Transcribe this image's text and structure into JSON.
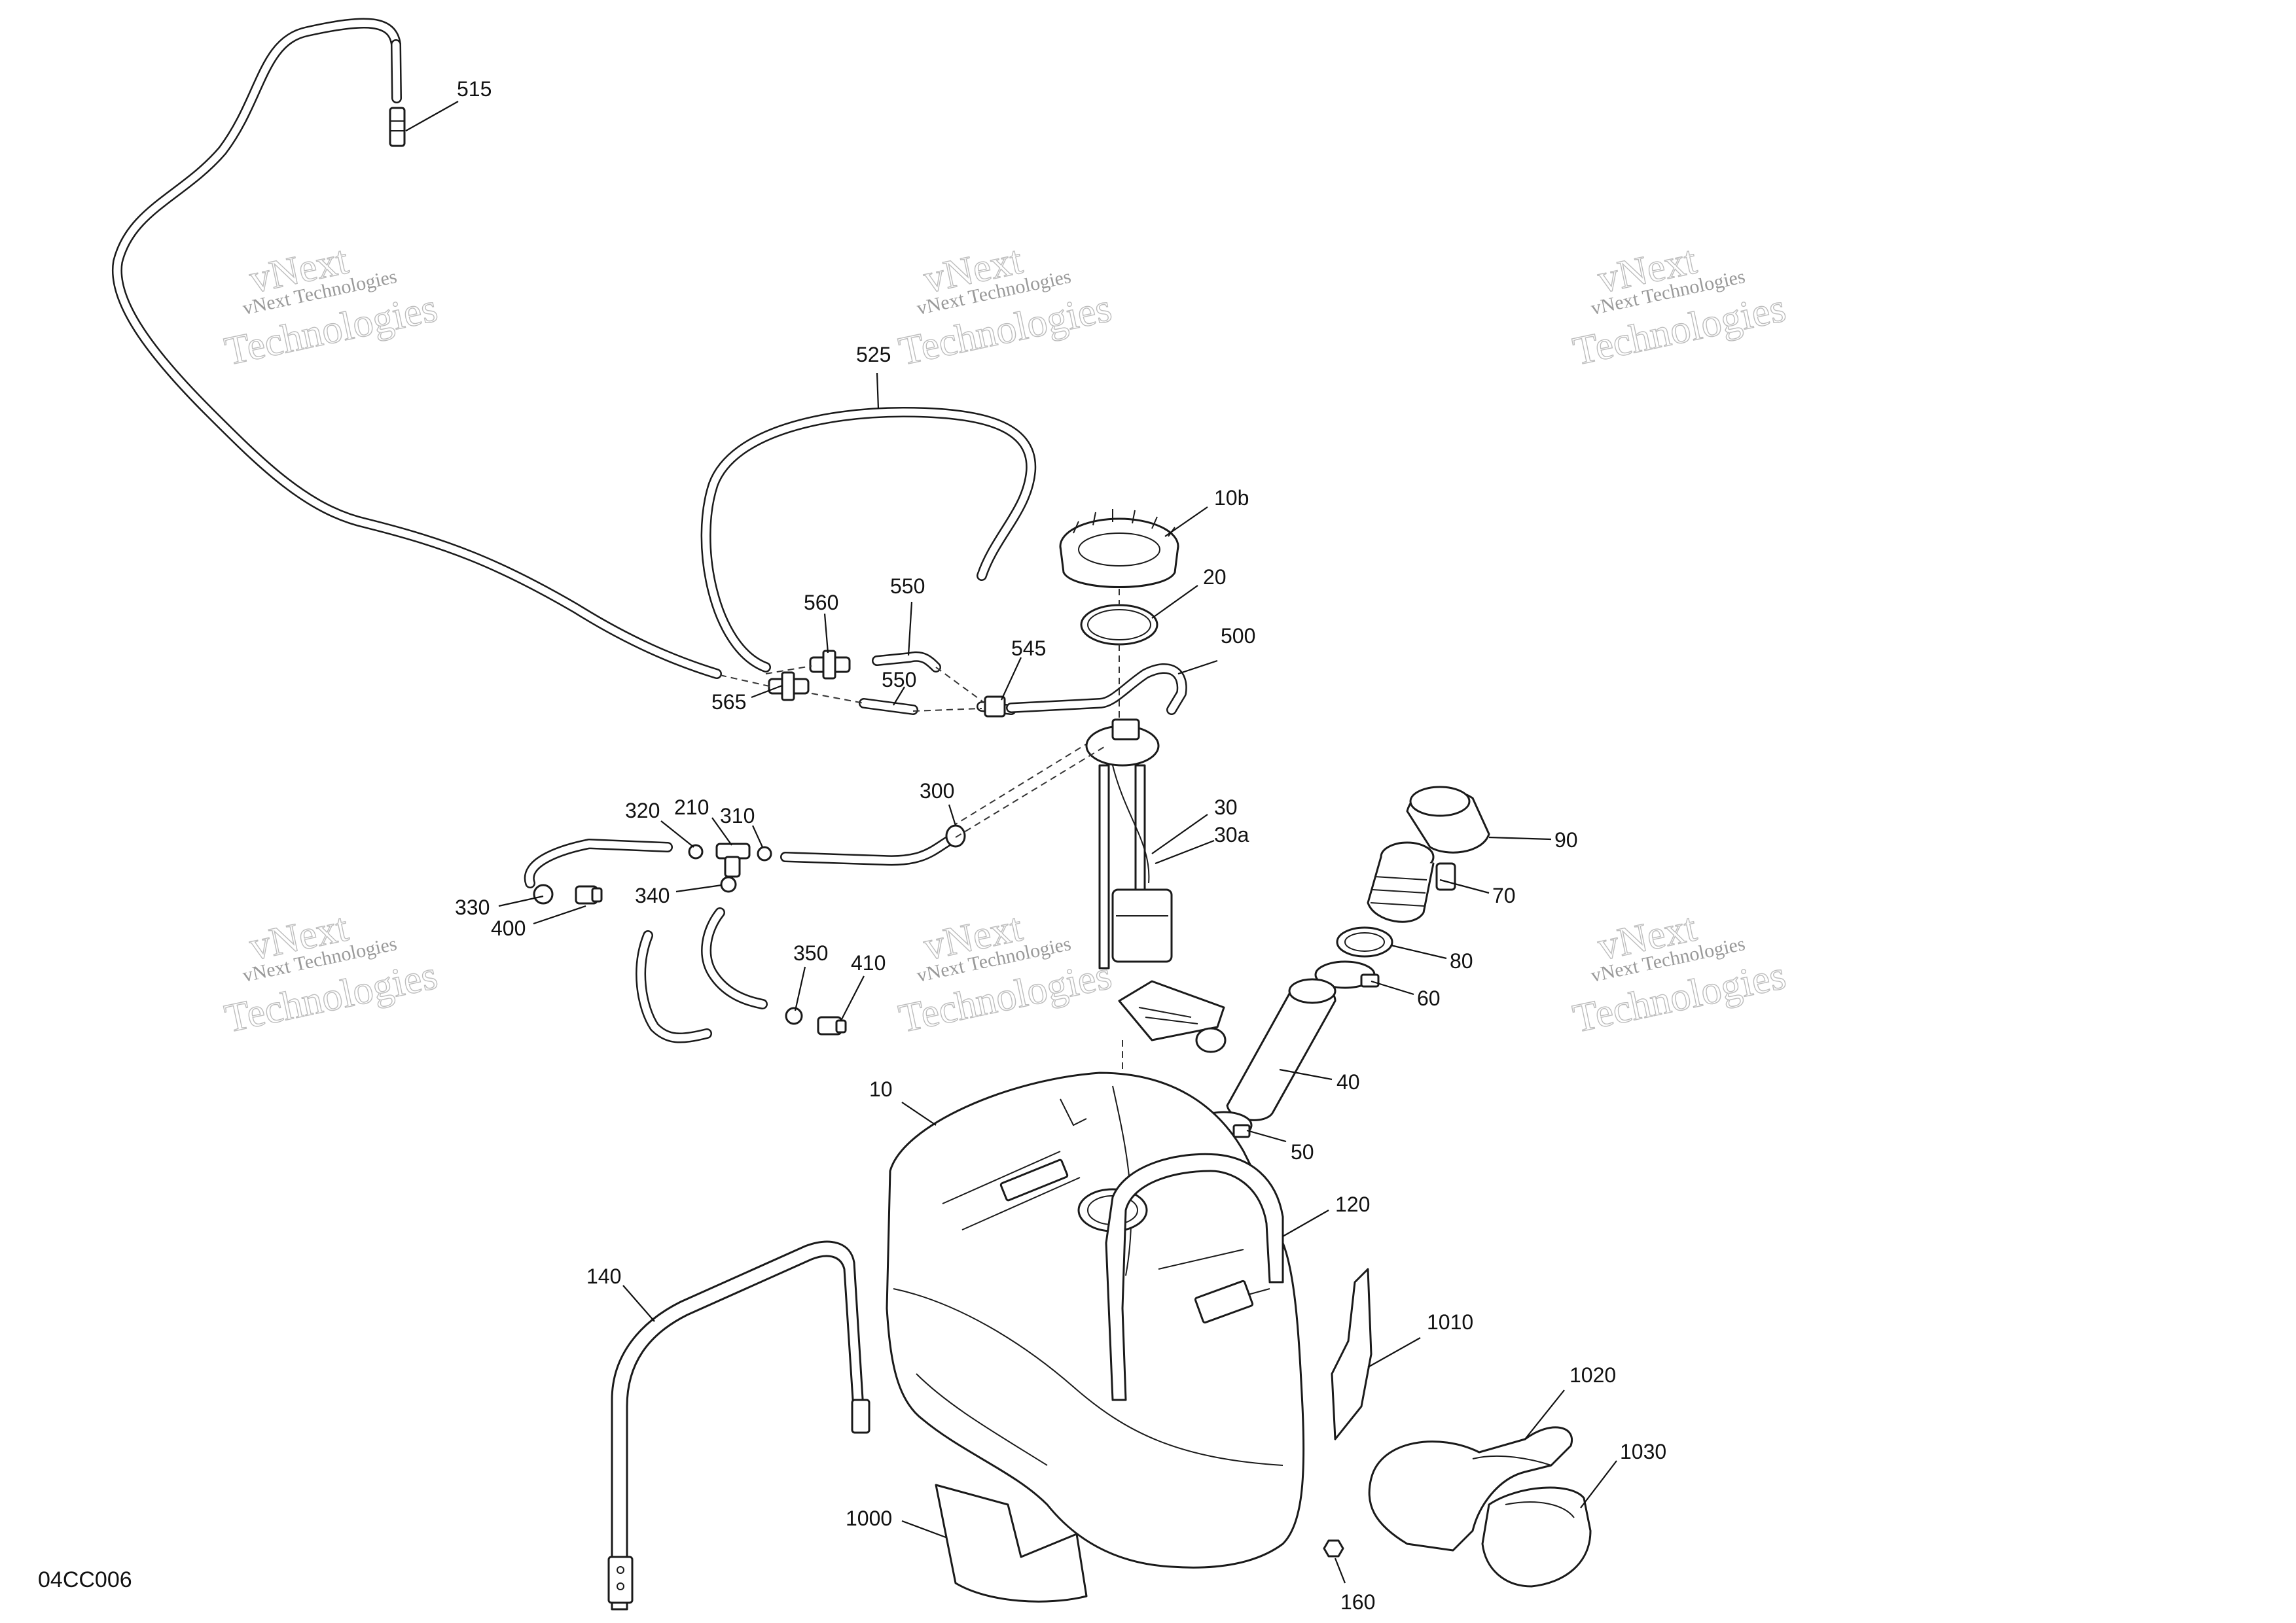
{
  "watermark": {
    "line1": "vNext Technologies",
    "line2": "Technologies",
    "brand": "vNext"
  },
  "doc_code": "04CC006",
  "callouts": [
    {
      "id": "515",
      "label": "515"
    },
    {
      "id": "525",
      "label": "525"
    },
    {
      "id": "10b",
      "label": "10b"
    },
    {
      "id": "20",
      "label": "20"
    },
    {
      "id": "560",
      "label": "560"
    },
    {
      "id": "550a",
      "label": "550"
    },
    {
      "id": "545",
      "label": "545"
    },
    {
      "id": "500",
      "label": "500"
    },
    {
      "id": "550b",
      "label": "550"
    },
    {
      "id": "565",
      "label": "565"
    },
    {
      "id": "320",
      "label": "320"
    },
    {
      "id": "210",
      "label": "210"
    },
    {
      "id": "310",
      "label": "310"
    },
    {
      "id": "300",
      "label": "300"
    },
    {
      "id": "30",
      "label": "30"
    },
    {
      "id": "30a",
      "label": "30a"
    },
    {
      "id": "90",
      "label": "90"
    },
    {
      "id": "330",
      "label": "330"
    },
    {
      "id": "400",
      "label": "400"
    },
    {
      "id": "340",
      "label": "340"
    },
    {
      "id": "70",
      "label": "70"
    },
    {
      "id": "80",
      "label": "80"
    },
    {
      "id": "350",
      "label": "350"
    },
    {
      "id": "410",
      "label": "410"
    },
    {
      "id": "60",
      "label": "60"
    },
    {
      "id": "40",
      "label": "40"
    },
    {
      "id": "10",
      "label": "10"
    },
    {
      "id": "50",
      "label": "50"
    },
    {
      "id": "120",
      "label": "120"
    },
    {
      "id": "140",
      "label": "140"
    },
    {
      "id": "1010",
      "label": "1010"
    },
    {
      "id": "1020",
      "label": "1020"
    },
    {
      "id": "1030",
      "label": "1030"
    },
    {
      "id": "1000",
      "label": "1000"
    },
    {
      "id": "160",
      "label": "160"
    }
  ]
}
